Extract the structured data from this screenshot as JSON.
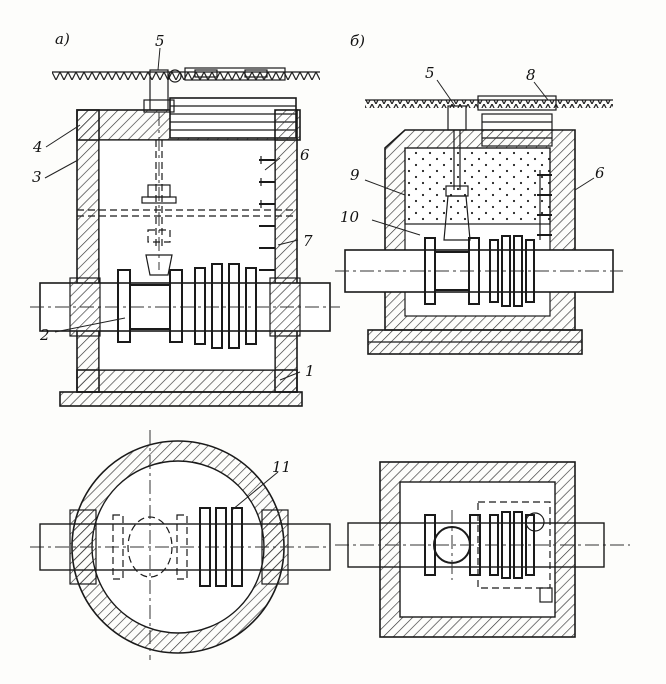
{
  "views": {
    "a": {
      "label": "а)"
    },
    "b": {
      "label": "б)"
    }
  },
  "callouts": {
    "a_1": "1",
    "a_2": "2",
    "a_3": "3",
    "a_4": "4",
    "a_5": "5",
    "a_6": "6",
    "a_7": "7",
    "b_5": "5",
    "b_6": "6",
    "b_8": "8",
    "b_9": "9",
    "b_10": "10",
    "plan_11": "11"
  }
}
